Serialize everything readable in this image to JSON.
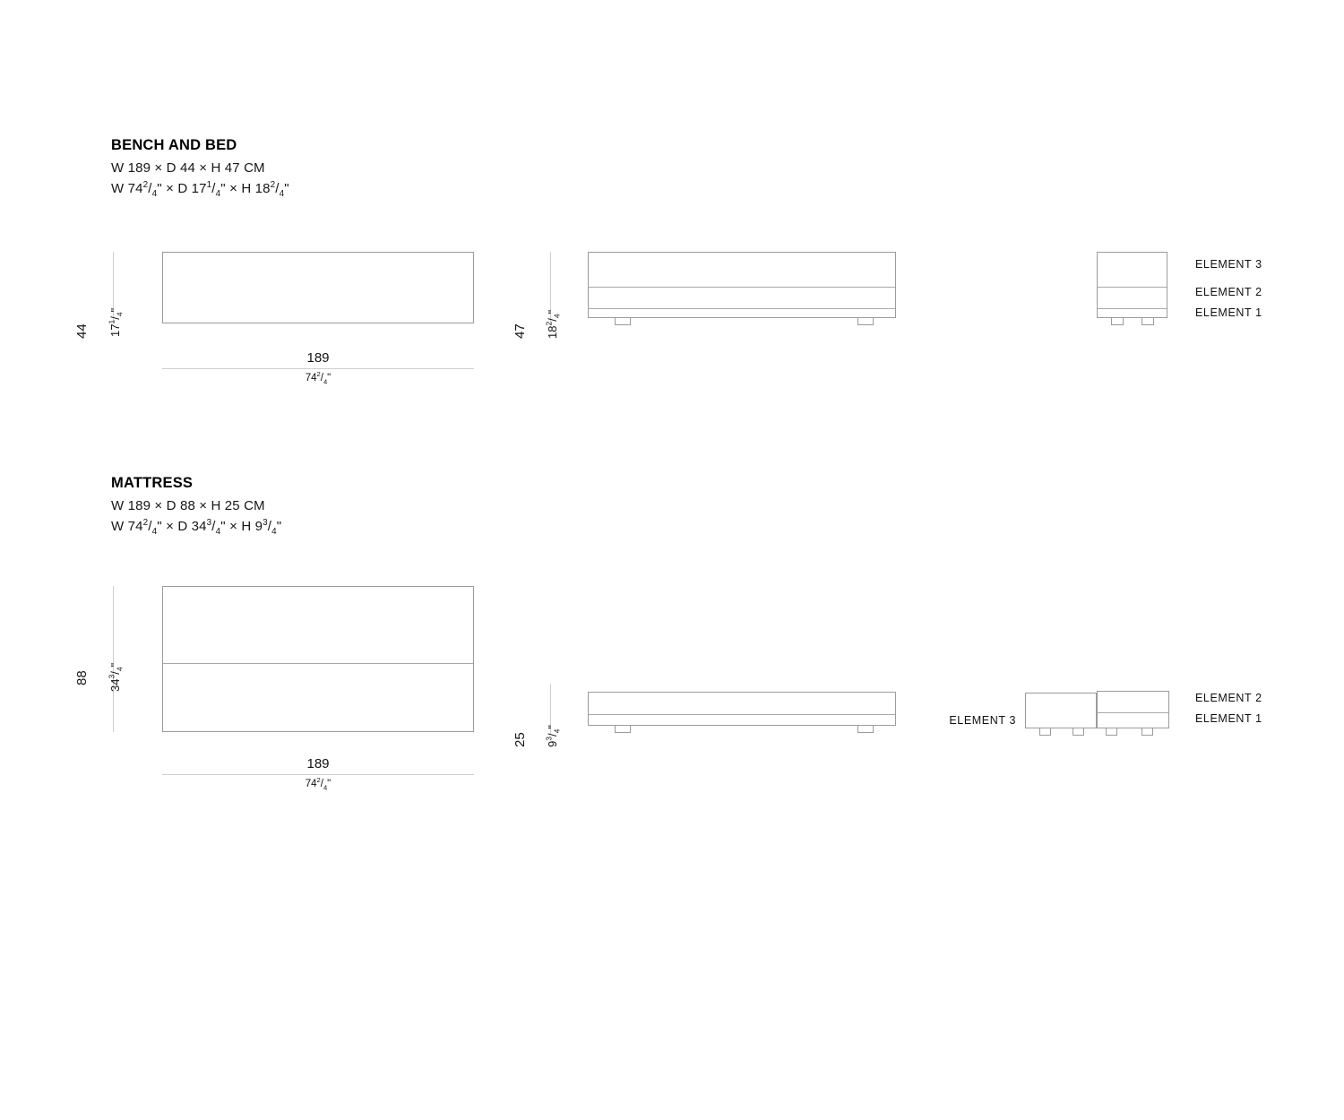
{
  "page": {
    "background": "#ffffff",
    "line_color": "#9b9b9b",
    "dim_line_color": "#cfcfcf",
    "text_color": "#111111"
  },
  "sections": [
    {
      "id": "bench-and-bed",
      "title": "BENCH AND BED",
      "dims_cm": "W 189 × D 44 × H 47 CM",
      "dims_in_prefix": "W 74",
      "dims_in": {
        "w_whole": "74",
        "w_num": "2",
        "w_den": "4",
        "d_whole": "17",
        "d_num": "1",
        "d_den": "4",
        "h_whole": "18",
        "h_num": "2",
        "h_den": "4"
      },
      "top_view": {
        "width_cm": "189",
        "width_in_whole": "74",
        "width_in_num": "2",
        "width_in_den": "4",
        "depth_cm": "44",
        "depth_in_whole": "17",
        "depth_in_num": "1",
        "depth_in_den": "4"
      },
      "front_view": {
        "height_cm": "47",
        "height_in_whole": "18",
        "height_in_num": "2",
        "height_in_den": "4"
      },
      "side_view": {
        "element_3": "ELEMENT 3",
        "element_2": "ELEMENT 2",
        "element_1": "ELEMENT 1"
      }
    },
    {
      "id": "mattress",
      "title": "MATTRESS",
      "dims_cm": "W 189 × D 88 × H 25 CM",
      "dims_in": {
        "w_whole": "74",
        "w_num": "2",
        "w_den": "4",
        "d_whole": "34",
        "d_num": "3",
        "d_den": "4",
        "h_whole": "9",
        "h_num": "3",
        "h_den": "4"
      },
      "top_view": {
        "width_cm": "189",
        "width_in_whole": "74",
        "width_in_num": "2",
        "width_in_den": "4",
        "depth_cm": "88",
        "depth_in_whole": "34",
        "depth_in_num": "3",
        "depth_in_den": "4"
      },
      "front_view": {
        "height_cm": "25",
        "height_in_whole": "9",
        "height_in_num": "3",
        "height_in_den": "4"
      },
      "side_view": {
        "element_3": "ELEMENT 3",
        "element_2": "ELEMENT 2",
        "element_1": "ELEMENT 1"
      }
    }
  ],
  "symbols": {
    "times": "×",
    "inch_mark": "\"",
    "slash": "/"
  }
}
